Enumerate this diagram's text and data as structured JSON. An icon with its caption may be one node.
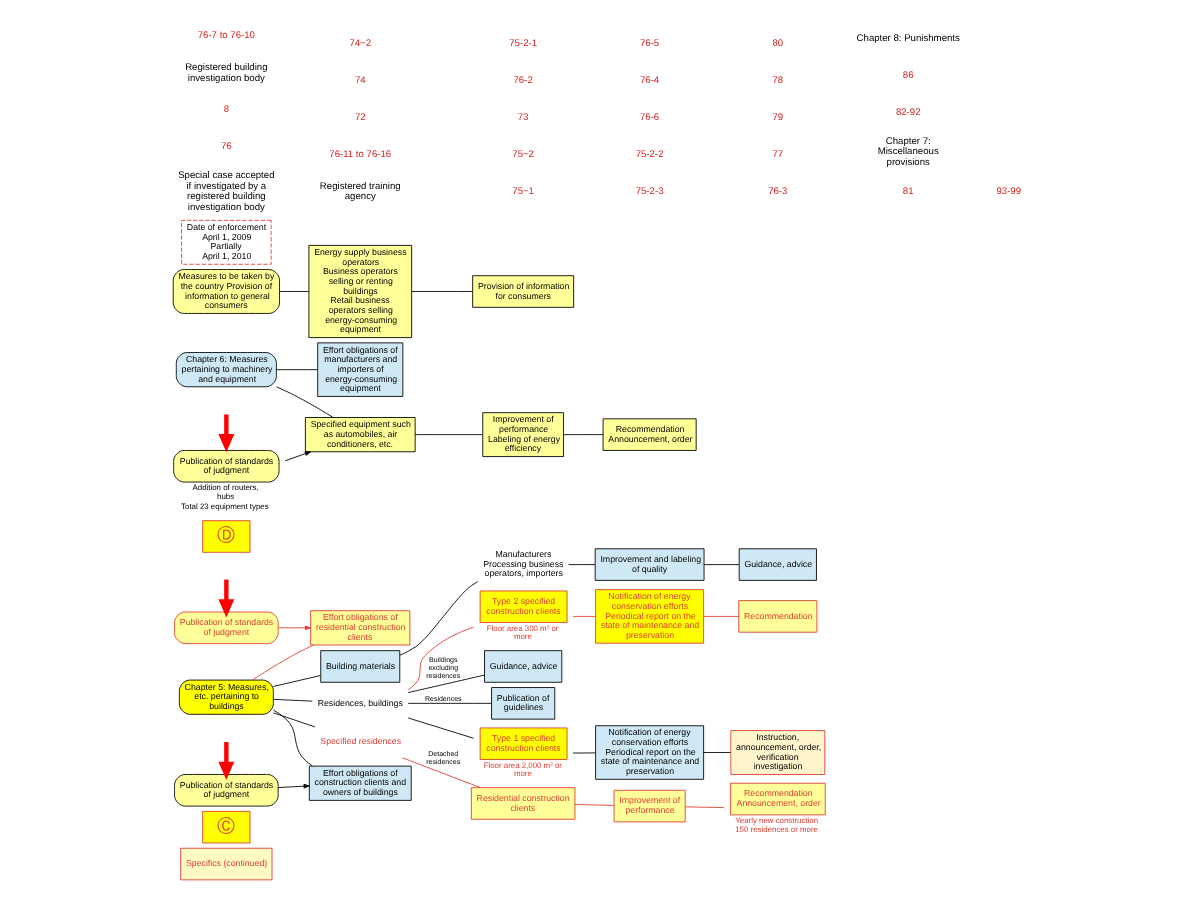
{
  "diagram": {
    "nodes": [
      {
        "text": [
          "Specifics (continued)"
        ]
      },
      {
        "text": [
          "Ⓒ"
        ]
      },
      {
        "text": [
          "Chapter 5: Measures, etc. pertaining to buildings"
        ]
      },
      {
        "text": [
          "Effort obligations of construction clients and owners of buildings"
        ]
      },
      {
        "text": [
          "Publication of standards of judgment"
        ]
      },
      {
        "text": [
          "Residences, buildings"
        ]
      },
      {
        "text": [
          "Guidance, advice"
        ]
      },
      {
        "text": [
          "Publication of guidelines"
        ]
      },
      {
        "text": [
          "Type 1 specified construction clients"
        ],
        "beside": [
          "Floor area 2,000 m² or more"
        ]
      },
      {
        "text": [
          "Notification of energy conservation efforts",
          "Periodical report on the state of maintenance and preservation"
        ]
      },
      {
        "text": [
          "Instruction, announcement, order, verification investigation"
        ]
      },
      {
        "text": [
          "Type 2 specified construction clients"
        ],
        "beside": [
          "Floor area 300 m² or more"
        ]
      },
      {
        "text": [
          "Notification of energy conservation efforts",
          "Periodical report on the state of maintenance and preservation"
        ]
      },
      {
        "text": [
          "Recommendation"
        ]
      },
      {
        "text": [
          "Specified residences"
        ]
      },
      {
        "text": [
          "Residential construction clients"
        ]
      },
      {
        "text": [
          "Improvement of performance"
        ]
      },
      {
        "text": [
          "Recommendation Announcement, order"
        ],
        "beside": [
          "Yearly new construction 150 residences or more"
        ]
      },
      {
        "text": [
          "Effort obligations of residential construction clients"
        ]
      },
      {
        "text": [
          "Publication of standards of judgment"
        ]
      },
      {
        "text": [
          "Building materials"
        ]
      },
      {
        "text": [
          "Manufacturers",
          "Processing business operators, importers"
        ]
      },
      {
        "text": [
          "Improvement and labeling of quality"
        ]
      },
      {
        "text": [
          "Guidance, advice"
        ]
      },
      {
        "text": [
          "Ⓓ"
        ]
      },
      {
        "text": [
          "Chapter 6: Measures pertaining to machinery and equipment"
        ]
      },
      {
        "text": [
          "Effort obligations of manufacturers and importers of energy-consuming equipment"
        ]
      },
      {
        "text": [
          "Specified equipment such as automobiles, air conditioners, etc."
        ]
      },
      {
        "text": [
          "Publication of standards of judgment"
        ],
        "beside": [
          "Addition of routers, hubs",
          "Total 23 equipment types"
        ]
      },
      {
        "text": [
          "Improvement of performance",
          "Labeling of energy efficiency"
        ]
      },
      {
        "text": [
          "Recommendation Announcement, order"
        ]
      },
      {
        "text": [
          "Measures to be taken by the country Provision of information to general consumers"
        ]
      },
      {
        "text": [
          "Energy supply business operators",
          "Business operators selling or renting buildings",
          "Retail business operators selling energy-consuming equipment"
        ]
      },
      {
        "text": [
          "Provision of information for consumers"
        ]
      },
      {
        "text": [
          "Date of enforcement",
          "April 1, 2009",
          "Partially",
          "April 1, 2010"
        ]
      }
    ],
    "edges": [
      {
        "from": 2,
        "to": 3,
        "arrow": "none"
      },
      {
        "from": 4,
        "to": 3,
        "arrow": "to"
      },
      {
        "from": 2,
        "to": 5,
        "arrow": "none"
      },
      {
        "from": 5,
        "to": 6,
        "arrow": "none",
        "label": "Buildings excluding residences"
      },
      {
        "from": 5,
        "to": 7,
        "arrow": "none",
        "label": "Residences"
      },
      {
        "from": 5,
        "to": 8,
        "arrow": "none"
      },
      {
        "from": 8,
        "to": 9,
        "arrow": "none"
      },
      {
        "from": 9,
        "to": 10,
        "arrow": "none"
      },
      {
        "from": 5,
        "to": 11,
        "arrow": "none",
        "color": "#e03c31"
      },
      {
        "from": 11,
        "to": 12,
        "arrow": "none",
        "color": "#e03c31"
      },
      {
        "from": 12,
        "to": 13,
        "arrow": "none",
        "color": "#e03c31"
      },
      {
        "from": 2,
        "to": 14,
        "arrow": "none"
      },
      {
        "from": 14,
        "to": 15,
        "arrow": "none",
        "label": "Detached residences",
        "color": "#e03c31"
      },
      {
        "from": 15,
        "to": 16,
        "arrow": "none",
        "color": "#e03c31"
      },
      {
        "from": 16,
        "to": 17,
        "arrow": "none",
        "color": "#e03c31"
      },
      {
        "from": 2,
        "to": 18,
        "arrow": "none",
        "color": "#e03c31"
      },
      {
        "from": 19,
        "to": 18,
        "arrow": "to",
        "color": "#e03c31"
      },
      {
        "from": 2,
        "to": 20,
        "arrow": "none"
      },
      {
        "from": 20,
        "to": 21,
        "arrow": "none"
      },
      {
        "from": 21,
        "to": 22,
        "arrow": "none"
      },
      {
        "from": 22,
        "to": 23,
        "arrow": "none"
      },
      {
        "from": 25,
        "to": 26,
        "arrow": "none"
      },
      {
        "from": 25,
        "to": 27,
        "arrow": "none"
      },
      {
        "from": 28,
        "to": 27,
        "arrow": "to"
      },
      {
        "from": 27,
        "to": 29,
        "arrow": "none"
      },
      {
        "from": 29,
        "to": 30,
        "arrow": "none"
      },
      {
        "from": 31,
        "to": 32,
        "arrow": "none"
      },
      {
        "from": 32,
        "to": 33,
        "arrow": "none"
      },
      {
        "from": null,
        "to": 4,
        "arrow": "to",
        "style": "thick",
        "color": "#ff0000"
      },
      {
        "from": null,
        "to": 19,
        "arrow": "to",
        "style": "thick",
        "color": "#ff0000"
      },
      {
        "from": null,
        "to": 28,
        "arrow": "to",
        "style": "thick",
        "color": "#ff0000"
      }
    ],
    "labels": [
      "Special case accepted if investigated by a registered building investigation body",
      "76",
      "8",
      "Registered building investigation body",
      "76-7 to 76-10",
      "Registered training agency",
      "76-11 to 76-16",
      "72",
      "74",
      "74−2",
      "75−1",
      "75−2",
      "73",
      "76-2",
      "75-2-1",
      "75-2-3",
      "75-2-2",
      "76-6",
      "76-4",
      "76-5",
      "76-3",
      "77",
      "79",
      "78",
      "80",
      "81",
      "Chapter 7: Miscellaneous provisions",
      "82-92",
      "86",
      "Chapter 8: Punishments",
      "93-99"
    ]
  }
}
